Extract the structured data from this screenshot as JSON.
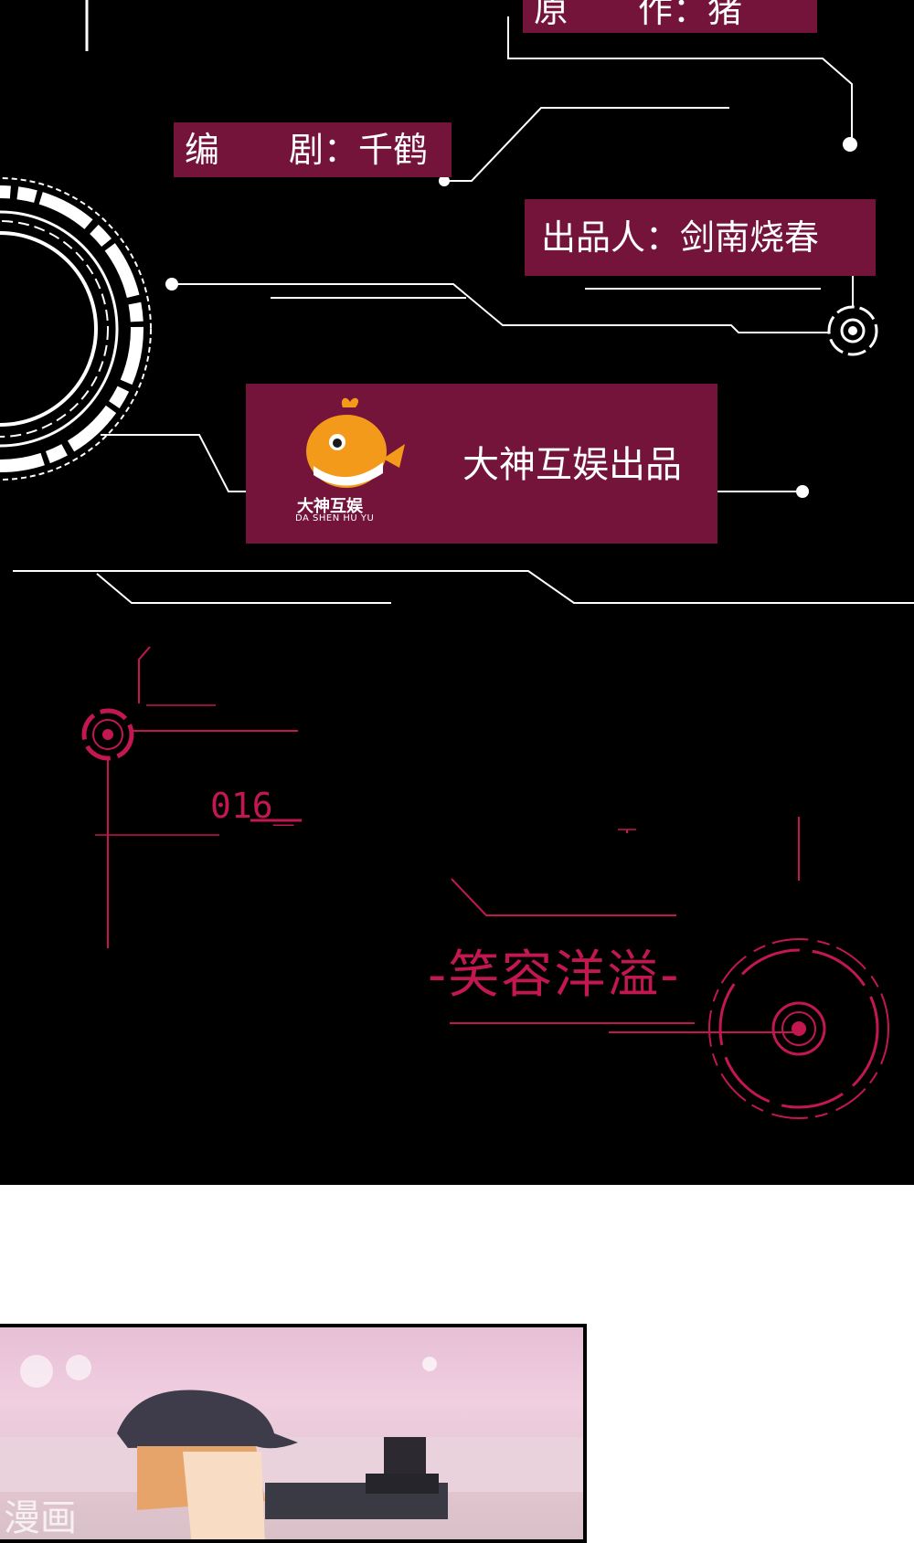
{
  "credits": {
    "original_author_label": "原　　作：猪",
    "screenwriter": "编　　剧：千鹤",
    "producer": "出品人：剑南烧春"
  },
  "brand": {
    "name": "大神互娱出品",
    "logo_cn": "大神互娱",
    "logo_en": "DA SHEN HU YU"
  },
  "chapter": {
    "number": "016_",
    "title": "-笑容洋溢-"
  },
  "watermark": "漫画",
  "colors": {
    "background": "#000000",
    "credit_box": "#74143a",
    "accent_red": "#c2184f",
    "line": "#ffffff",
    "logo_orange": "#f39a1b"
  }
}
